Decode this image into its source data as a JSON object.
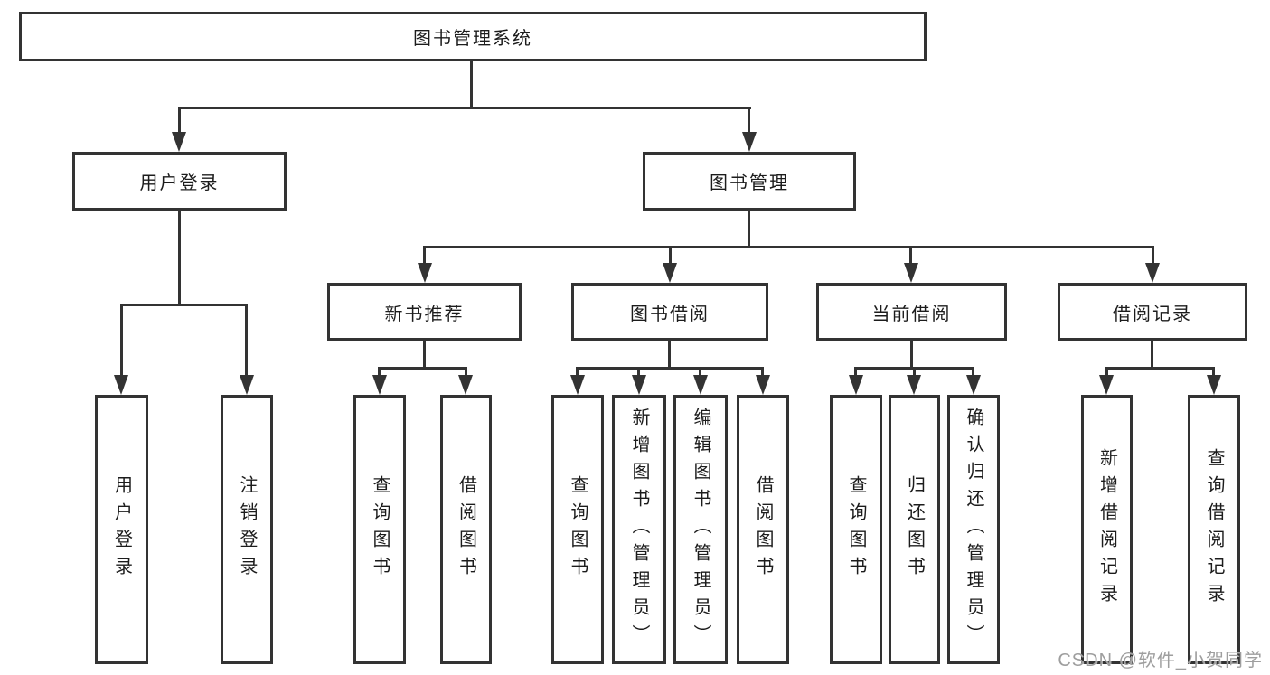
{
  "tree": {
    "label": "图书管理系统",
    "children": [
      {
        "label": "用户登录",
        "children": [
          {
            "label": "用户登录"
          },
          {
            "label": "注销登录"
          }
        ]
      },
      {
        "label": "图书管理",
        "children": [
          {
            "label": "新书推荐",
            "children": [
              {
                "label": "查询图书"
              },
              {
                "label": "借阅图书"
              }
            ]
          },
          {
            "label": "图书借阅",
            "children": [
              {
                "label": "查询图书"
              },
              {
                "label": "新增图书（管理员）"
              },
              {
                "label": "编辑图书（管理员）"
              },
              {
                "label": "借阅图书"
              }
            ]
          },
          {
            "label": "当前借阅",
            "children": [
              {
                "label": "查询图书"
              },
              {
                "label": "归还图书"
              },
              {
                "label": "确认归还（管理员）"
              }
            ]
          },
          {
            "label": "借阅记录",
            "children": [
              {
                "label": "新增借阅记录"
              },
              {
                "label": "查询借阅记录"
              }
            ]
          }
        ]
      }
    ]
  },
  "watermark": {
    "text": "CSDN @软件_小贺同学"
  },
  "colors": {
    "line": "#333333",
    "text": "#1c1c1c",
    "background": "#ffffff",
    "watermark": "#9e9e9e"
  }
}
